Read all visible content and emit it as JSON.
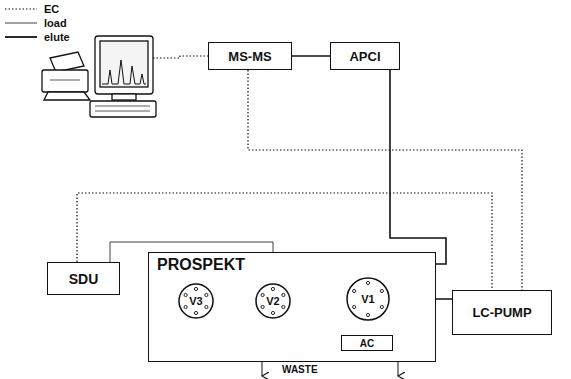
{
  "diagram": {
    "nodes": [
      {
        "text": [
          "MS-MS"
        ]
      },
      {
        "text": [
          "APCI"
        ]
      },
      {
        "text": [
          "SDU"
        ]
      },
      {
        "text": [
          "PROSPEKT"
        ]
      },
      {
        "text": [
          "V3"
        ],
        "in": 3
      },
      {
        "text": [
          "V2"
        ],
        "in": 3
      },
      {
        "text": [
          "V1"
        ],
        "in": 3
      },
      {
        "text": [
          "AC"
        ],
        "in": 3
      },
      {
        "text": [
          "LC-PUMP"
        ]
      }
    ],
    "edges": [
      {
        "from": 0,
        "to": 1,
        "arrow": "none"
      },
      {
        "from": 1,
        "to": 6,
        "arrow": "none"
      },
      {
        "from": 0,
        "to": 8,
        "arrow": "none"
      },
      {
        "from": 2,
        "to": 8,
        "arrow": "none"
      },
      {
        "from": 2,
        "to": 5,
        "arrow": "none"
      },
      {
        "from": 8,
        "to": 6,
        "arrow": "none"
      },
      {
        "from": 5,
        "to": 6,
        "arrow": "none"
      },
      {
        "from": 6,
        "to": 7,
        "arrow": "none"
      }
    ],
    "labels": [
      "WASTE"
    ],
    "legend": [
      {
        "text": "EC"
      },
      {
        "text": "load"
      },
      {
        "text": "elute"
      }
    ]
  }
}
